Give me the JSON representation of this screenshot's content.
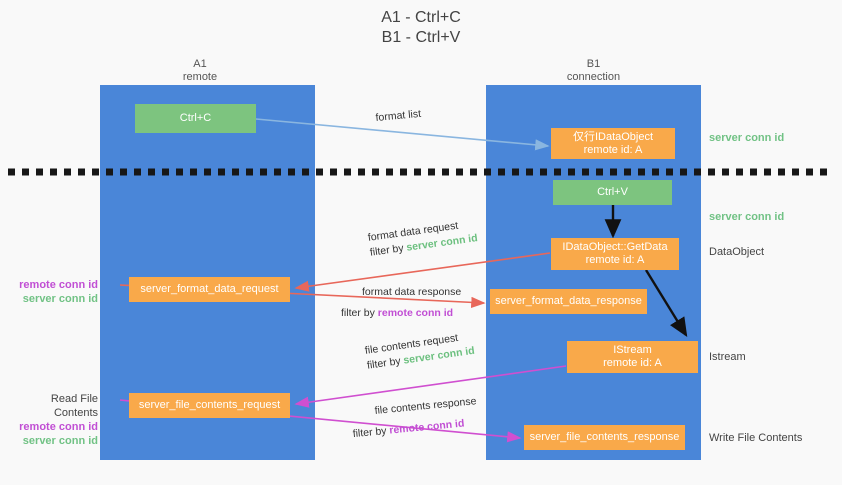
{
  "title": {
    "line1": "A1 - Ctrl+C",
    "line2": "B1 - Ctrl+V"
  },
  "columns": [
    {
      "name": "A1",
      "role": "remote"
    },
    {
      "name": "B1",
      "role": "connection"
    }
  ],
  "boxes": {
    "ctrl_c": "Ctrl+C",
    "ctrl_v": "Ctrl+V",
    "idataobject_top": "仅行IDataObject\nremote id: A",
    "idataobject_getdata": "IDataObject::GetData\nremote id: A",
    "istream": "IStream\nremote id: A",
    "server_format_data_request": "server_format_data_request",
    "server_format_data_response": "server_format_data_response",
    "server_file_contents_request": "server_file_contents_request",
    "server_file_contents_response": "server_file_contents_response"
  },
  "right_labels": {
    "server_conn_id_1": "server conn id",
    "server_conn_id_2": "server conn id",
    "dataobject": "DataObject",
    "istream": "Istream",
    "write_file_contents": "Write File Contents"
  },
  "left_labels": {
    "remote_conn_id_1": "remote conn id",
    "server_conn_id_1": "server conn id",
    "read_file_contents": "Read File Contents",
    "remote_conn_id_2": "remote conn id",
    "server_conn_id_2": "server conn id"
  },
  "annotations": {
    "format_list": "format list",
    "format_data_request": "format data request",
    "format_data_request_filter_prefix": "filter by ",
    "format_data_request_filter_value": "server conn id",
    "format_data_response": "format data response",
    "format_data_response_filter_prefix": "filter by ",
    "format_data_response_filter_value": "remote conn id",
    "file_contents_request": "file contents request",
    "file_contents_request_filter_prefix": "filter by ",
    "file_contents_request_filter_value": "server conn id",
    "file_contents_response": "file contents response",
    "file_contents_response_filter_prefix": "filter by ",
    "file_contents_response_filter_value": "remote conn id"
  },
  "colors": {
    "lane": "#4a86d8",
    "green_box": "#7dc47f",
    "orange_box": "#f9a94a",
    "green_text": "#71c285",
    "purple_text": "#c14fd4",
    "red_arrow": "#e8675a",
    "magenta_arrow": "#d04fd0",
    "blue_arrow": "#8ab6e0",
    "black_arrow": "#111111",
    "background": "#f9f9f9"
  }
}
